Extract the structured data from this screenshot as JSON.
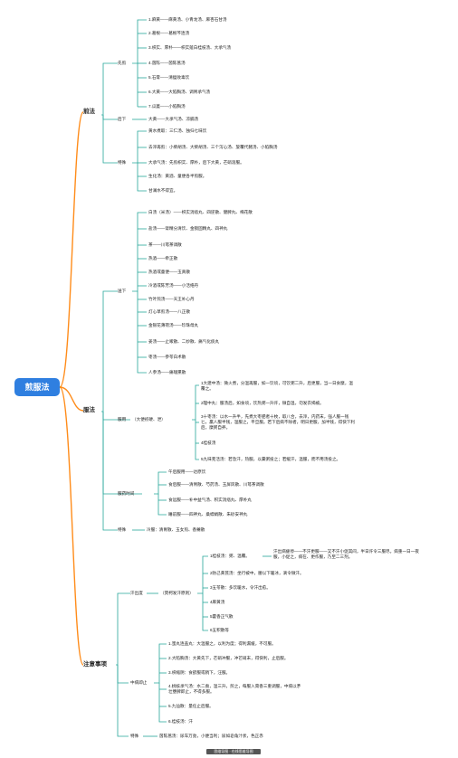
{
  "root": "煎服法",
  "footer": "思维导图 · 在线思维导图",
  "b": {
    "decoction": {
      "label": "煎法",
      "xian_jian": {
        "label": "先煎",
        "items": [
          "1.麻黄——麻黄汤、小青龙汤、麻杏石甘汤",
          "2.葛根——葛根芩连汤",
          "3.枳实、厚朴——枳实薤白桂枝汤、大承气汤",
          "4.茵陈——茵陈蒿汤",
          "5.石膏——清瘟败毒饮",
          "6.大黄——大陷胸汤、调胃承气汤",
          "7.瓜蒌——小陷胸汤"
        ]
      },
      "hou_xia": {
        "label": "后下",
        "text": "大黄——大承气汤、凉膈汤"
      },
      "special": {
        "label": "特殊",
        "items": [
          "黄水煮取：三仁汤、独归七味饮",
          "去滓再煎：小柴胡汤、大柴胡汤、三个泻心汤、旋覆代赭汤、小陷胸汤",
          "大承气汤：先煎枳实、厚朴，后下大黄，芒硝溶服。",
          "生化汤：黄酒、童便各半煎服。",
          "甘澜水不得宜。"
        ]
      }
    },
    "dosage": {
      "label": "服法",
      "pre_meal": {
        "label": "送下",
        "items": [
          "白汤（米汤）——枳实消痞丸、四逆散、健脾丸、梅花散",
          "盐汤——肾精分清饮、金锁固精丸、四神丸",
          "茶——川芎茶调散",
          "热酒——牵正散",
          "热酒或童便——玉真散",
          "冷酒或陈芳汤——小活络丹",
          "竹叶煎汤——天王补心丹",
          "灯心草煎汤——八正散",
          "金银花薄荷汤——珍珠母丸",
          "姜汤——止嗽散、二妙散、痛气化痰丸",
          "枣汤——参苓白术散",
          "人参汤——痛啜熏散"
        ]
      },
      "method": {
        "label": "服用",
        "sub": "（大便初硬、泄）",
        "items": [
          "1大建中汤：微火煮，分温再服，如一饮顷，可饮粥二升，后更服，当一日食糜，温覆之。",
          "2理中丸：服汤后，如食顷，饮热粥一升许，微自温，勿发衣揭被。",
          "3十枣汤：以水一升半，先煮大枣肥者十枚，取八合，去滓，内药末，强人服一钱匕，羸人服半钱，温服之，平旦服。若下后病不除者，明日更服，加半钱，得快下利后，糜粥自养。",
          "4桂枝汤",
          "5九味羌活汤：若急汗，热服，以羹粥投之；若缓汗，温服，而不用汤投之。"
        ]
      },
      "timing": {
        "label": "服药时间",
        "items": [
          "午后服用——达原饮",
          "食后服——清胃散、芍药汤、玉屏风散、川芎茶调散",
          "食远服——补中益气汤、积实消痞丸、厚朴丸",
          "睡前服——四神丸、桑螵蛸散、朱砂安神丸"
        ]
      },
      "special": {
        "label": "特殊",
        "text": "冷服：清胃散、玉女煎、香薷散"
      }
    },
    "notes": {
      "label": "注意事项",
      "sweat": {
        "label": "汗出度",
        "sub": "（煲柯发汗原则）",
        "items": [
          "1桂枝汤：粥、温覆。",
          "2防己黄芪汤：坐行被中，腰以下暖冰，滴令微汗。",
          "3五苓散：多饮暖水，令汗出愈。",
          "4麻黄汤",
          "5藿香正气散",
          "6五积散等"
        ],
        "detail": "汗出病瘥停——不汗更服——又不汗小促其间，半日许令三服尽。病重一日一夜服，小促之，病在、更作服，乃至二三剂。"
      },
      "stop": {
        "label": "中病即止",
        "items": [
          "1.蜜丸连盖丸：大温服之，以利为度；得利漏缓，不可服。",
          "2.大陷胸汤：大黄先下，芒硝冲服，冲芒硝末，得快利，止后服。",
          "3.枳缩阴：食欲服或稍下，汪服。",
          "4.桃核承气汤：水二盎，温三升，煎之，每服入膏香三重调服，中病以矛壮壅脾即止，不得多服。",
          "5.九仙散：量任止后服。",
          "6.桂枝汤：汗"
        ]
      },
      "special": {
        "label": "特殊",
        "text": "茵陈蒿汤：尿车万劲，小便当利；尿如皂角汁状，色正赤"
      }
    }
  }
}
